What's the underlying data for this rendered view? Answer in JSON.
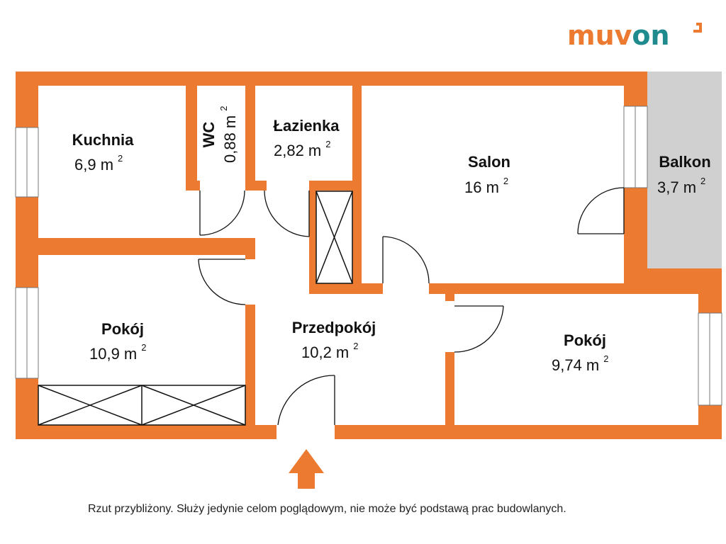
{
  "brand": {
    "part1": "muv",
    "part2": "on",
    "color1": "#ec7a30",
    "color2": "#1f8b8f"
  },
  "colors": {
    "wall": "#ec7a30",
    "balcony": "#d0d0d0",
    "floor": "#ffffff",
    "line": "#111111"
  },
  "rooms": {
    "kitchen": {
      "name": "Kuchnia",
      "area": "6,9 m",
      "sup": "2"
    },
    "wc": {
      "name": "WC",
      "area": "0,88 m",
      "sup": "2"
    },
    "bathroom": {
      "name": "Łazienka",
      "area": "2,82 m",
      "sup": "2"
    },
    "salon": {
      "name": "Salon",
      "area": "16 m",
      "sup": "2"
    },
    "balcony": {
      "name": "Balkon",
      "area": "3,7 m",
      "sup": "2"
    },
    "room_left": {
      "name": "Pokój",
      "area": "10,9 m",
      "sup": "2"
    },
    "hall": {
      "name": "Przedpokój",
      "area": "10,2 m",
      "sup": "2"
    },
    "room_right": {
      "name": "Pokój",
      "area": "9,74 m",
      "sup": "2"
    }
  },
  "footer_note": "Rzut przybliżony. Służy jedynie celom poglądowym, nie może być podstawą prac budowlanych.",
  "entrance_icon": "arrow-up-icon"
}
